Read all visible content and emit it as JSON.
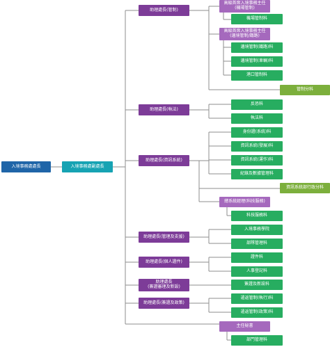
{
  "colors": {
    "director": "#1f65a8",
    "deputy": "#16a3b3",
    "assistant": "#7d3c98",
    "senior": "#a569bd",
    "section": "#27ad60",
    "branch": "#7caf3c",
    "connector": "#8e8e8e"
  },
  "director": "入境事務處處長",
  "deputy": "入境事務處副處長",
  "assistant_control": "助理處長(管制)",
  "senior_control_airport": "高級首席入境事務主任\n(機場管制)",
  "airport_control_section": "機場管制科",
  "senior_control_land": "高級首席入境事務主任\n(邊境管制/鐵路)",
  "boundary_road_section": "邊境管制(鐵路)科",
  "boundary_ferry_section": "邊境管制(車輛)科",
  "harbour_control_section": "港口管制科",
  "control_branch": "管制分科",
  "assistant_enforcement": "助理處長(執法)",
  "investigation_section": "反恐科",
  "enforcement_section": "執法科",
  "assistant_it": "助理處長(資訊系統)",
  "id_section": "身份證(系統)科",
  "it_development_section": "資訊系統(發展)科",
  "it_operation_section": "資訊系統(運作)科",
  "records_section": "紀錄及數據管理科",
  "it_branch": "資訊系統部行政分科",
  "it_manager": "總系統經理(科技服務)",
  "technology_section": "科技服務科",
  "assistant_management": "助理處長(管理及支援)",
  "academy_section": "入境事務學院",
  "management_section": "部隊管理科",
  "assistant_personal": "助理處長(個人證件)",
  "documents_section": "證件科",
  "registration_section": "人事登記科",
  "assistant_visa": "助理處長\n(簽證審理及新設)",
  "visa_section": "簽證及新設科",
  "assistant_removal": "助理處長(簽證及政策)",
  "removal_execution_section": "遣返管制(執行)科",
  "removal_review_section": "遣返管制(政策)科",
  "secretary": "主任秘書",
  "departmental_section": "部門管理科"
}
